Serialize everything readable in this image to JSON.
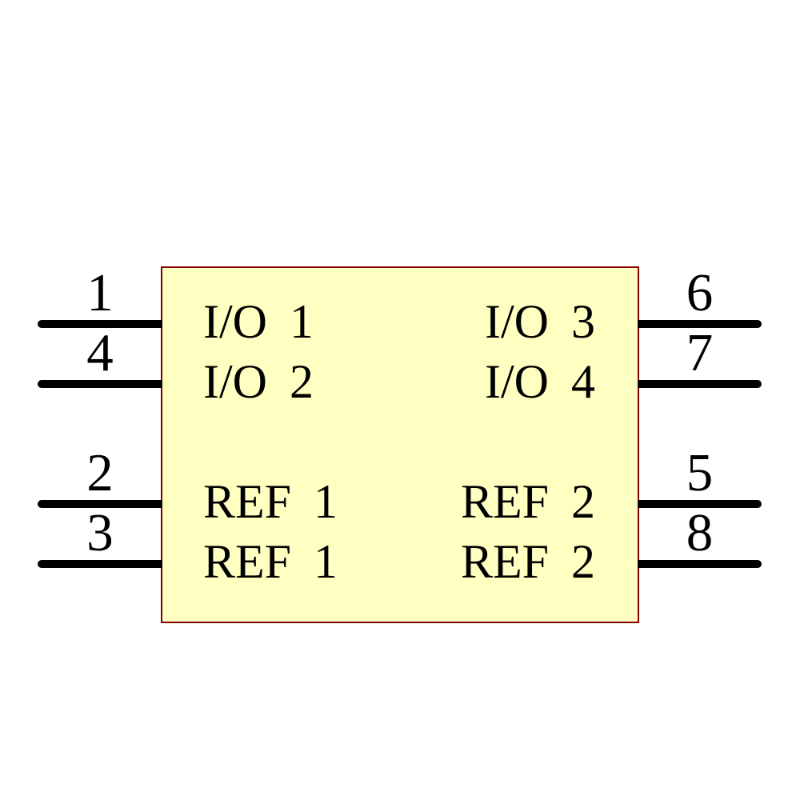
{
  "colors": {
    "background": "#ffffff",
    "body_fill": "#ffffc2",
    "body_outline": "#840000",
    "pin": "#000000",
    "text": "#000000"
  },
  "symbol": {
    "left_pins": [
      {
        "number": "1",
        "name": "I/O 1"
      },
      {
        "number": "4",
        "name": "I/O 2"
      },
      {
        "number": "2",
        "name": "REF 1"
      },
      {
        "number": "3",
        "name": "REF 1"
      }
    ],
    "right_pins": [
      {
        "number": "6",
        "name": "I/O 3"
      },
      {
        "number": "7",
        "name": "I/O 4"
      },
      {
        "number": "5",
        "name": "REF 2"
      },
      {
        "number": "8",
        "name": "REF 2"
      }
    ]
  }
}
